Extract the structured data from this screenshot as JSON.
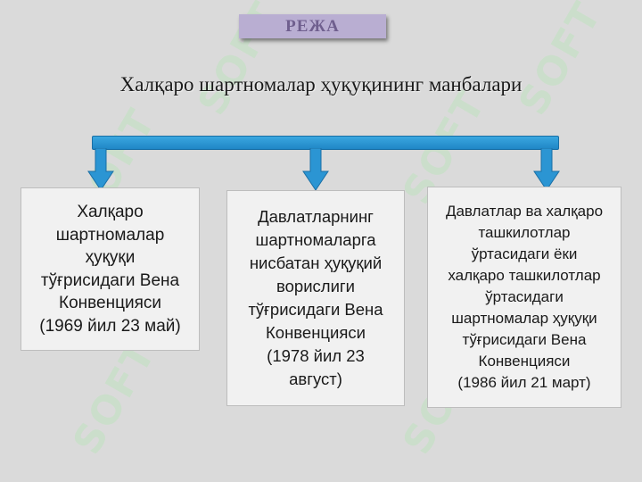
{
  "plan_label": "РЕЖА",
  "title": "Халқаро шартномалар ҳуқуқининг манбалари",
  "watermark_text": "SOFT",
  "colors": {
    "background": "#dadada",
    "bar": "#2b95d3",
    "arrow": "#2b95d3",
    "plan_tab": "#b9aed2",
    "plan_text": "#6f5f8e",
    "box_fill": "#f1f1f1",
    "watermark": "#bfe3bf"
  },
  "boxes": [
    {
      "lines": [
        "Халқаро",
        "шартномалар",
        "ҳуқуқи",
        "тўғрисидаги Вена",
        "Конвенцияси",
        "(1969 йил 23 май)"
      ]
    },
    {
      "lines": [
        "Давлатларнинг",
        "шартномаларга",
        "нисбатан ҳуқуқий",
        "ворислиги",
        "тўғрисидаги Вена",
        "Конвенцияси",
        "(1978 йил 23",
        "август)"
      ]
    },
    {
      "lines": [
        "Давлатлар ва халқаро",
        "ташкилотлар",
        "ўртасидаги ёки",
        "халқаро ташкилотлар",
        "ўртасидаги",
        "шартномалар ҳуқуқи",
        "тўғрисидаги Вена",
        "Конвенцияси",
        "(1986 йил 21 март)"
      ]
    }
  ]
}
